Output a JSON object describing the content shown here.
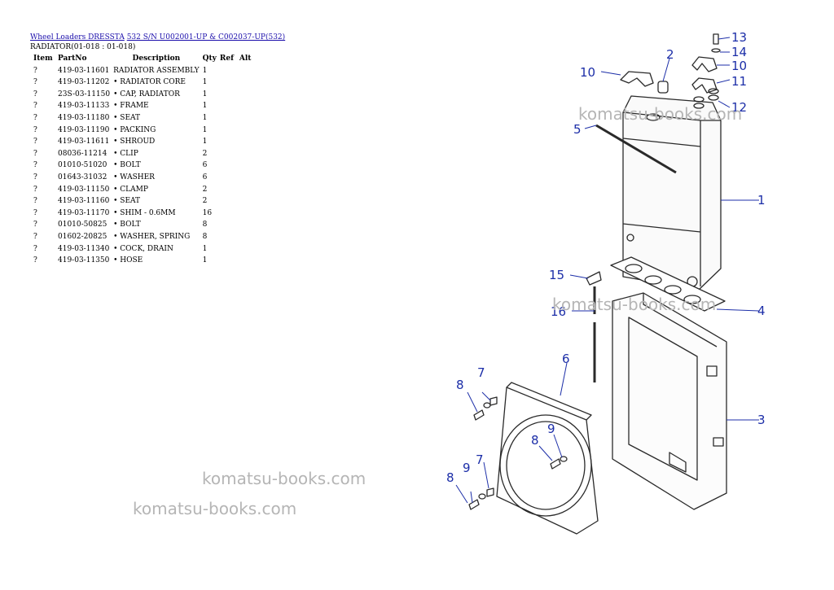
{
  "breadcrumb": {
    "link_model": "Wheel Loaders DRESSTA",
    "link_serial": "532 S/N U002001-UP & C002037-UP(532)"
  },
  "section_title": "RADIATOR(01-018 : 01-018)",
  "table": {
    "headers": {
      "item": "Item",
      "partno": "PartNo",
      "description": "Description",
      "qty": "Qty",
      "ref": "Ref",
      "alt": "Alt"
    },
    "rows": [
      {
        "item": "?",
        "partno": "419-03-11601",
        "description": "RADIATOR ASSEMBLY",
        "qty": "1"
      },
      {
        "item": "?",
        "partno": "419-03-11202",
        "description": "• RADIATOR CORE",
        "qty": "1"
      },
      {
        "item": "?",
        "partno": "23S-03-11150",
        "description": "• CAP, RADIATOR",
        "qty": "1"
      },
      {
        "item": "?",
        "partno": "419-03-11133",
        "description": "• FRAME",
        "qty": "1"
      },
      {
        "item": "?",
        "partno": "419-03-11180",
        "description": "• SEAT",
        "qty": "1"
      },
      {
        "item": "?",
        "partno": "419-03-11190",
        "description": "• PACKING",
        "qty": "1"
      },
      {
        "item": "?",
        "partno": "419-03-11611",
        "description": "• SHROUD",
        "qty": "1"
      },
      {
        "item": "?",
        "partno": "08036-11214",
        "description": "• CLIP",
        "qty": "2"
      },
      {
        "item": "?",
        "partno": "01010-51020",
        "description": "• BOLT",
        "qty": "6"
      },
      {
        "item": "?",
        "partno": "01643-31032",
        "description": "• WASHER",
        "qty": "6"
      },
      {
        "item": "?",
        "partno": "419-03-11150",
        "description": "• CLAMP",
        "qty": "2"
      },
      {
        "item": "?",
        "partno": "419-03-11160",
        "description": "• SEAT",
        "qty": "2"
      },
      {
        "item": "?",
        "partno": "419-03-11170",
        "description": "• SHIM - 0.6MM",
        "qty": "16"
      },
      {
        "item": "?",
        "partno": "01010-50825",
        "description": "• BOLT",
        "qty": "8"
      },
      {
        "item": "?",
        "partno": "01602-20825",
        "description": "• WASHER, SPRING",
        "qty": "8"
      },
      {
        "item": "?",
        "partno": "419-03-11340",
        "description": "• COCK, DRAIN",
        "qty": "1"
      },
      {
        "item": "?",
        "partno": "419-03-11350",
        "description": "• HOSE",
        "qty": "1"
      }
    ]
  },
  "watermarks": [
    "komatsu-books.com",
    "komatsu-books.com",
    "komatsu-books.com",
    "komatsu-books.com"
  ],
  "diagram": {
    "callouts": [
      "13",
      "14",
      "10",
      "11",
      "12",
      "2",
      "10",
      "5",
      "1",
      "15",
      "16",
      "4",
      "6",
      "7",
      "8",
      "9",
      "8",
      "9",
      "3",
      "7",
      "9",
      "8"
    ],
    "callout_color": "#1c2ea8"
  }
}
